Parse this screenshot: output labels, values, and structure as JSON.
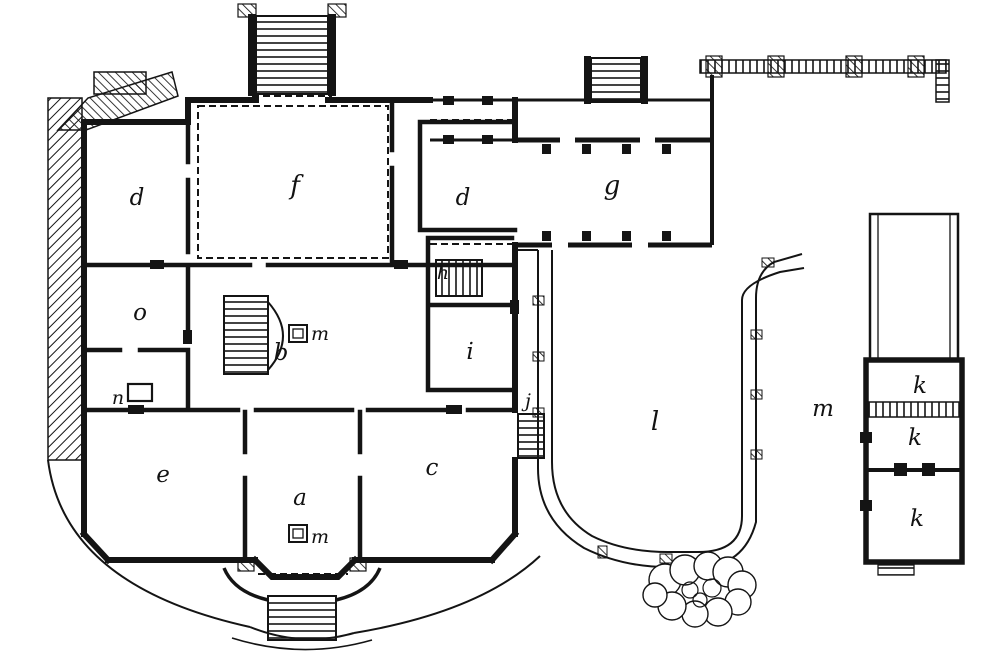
{
  "figure": {
    "type": "engraved ground-floor plan",
    "description": "Black and white engraved floor plan of a country house with gallery wing, curved carriage drive, shrub, garden wall and detached outbuilding",
    "background_color": "#ffffff",
    "ink_color": "#141414"
  },
  "rooms": [
    {
      "id": "d-left",
      "label": "d"
    },
    {
      "id": "f-hall",
      "label": "f"
    },
    {
      "id": "d-right",
      "label": "d"
    },
    {
      "id": "g-gallery",
      "label": "g"
    },
    {
      "id": "o-room",
      "label": "o"
    },
    {
      "id": "b-stair-hall",
      "label": "b"
    },
    {
      "id": "m-stove-upper",
      "label": "m"
    },
    {
      "id": "h-stair-room",
      "label": "h"
    },
    {
      "id": "i-room",
      "label": "i"
    },
    {
      "id": "n-closet",
      "label": "n"
    },
    {
      "id": "e-room",
      "label": "e"
    },
    {
      "id": "a-garden-room",
      "label": "a"
    },
    {
      "id": "m-stove-lower",
      "label": "m"
    },
    {
      "id": "c-room",
      "label": "c"
    },
    {
      "id": "j-side-stair",
      "label": "j"
    },
    {
      "id": "l-carriage-court",
      "label": "l"
    },
    {
      "id": "m-grounds",
      "label": "m"
    },
    {
      "id": "k-outbuilding-north",
      "label": "k"
    },
    {
      "id": "k-outbuilding-middle",
      "label": "k"
    },
    {
      "id": "k-outbuilding-south",
      "label": "k"
    }
  ]
}
